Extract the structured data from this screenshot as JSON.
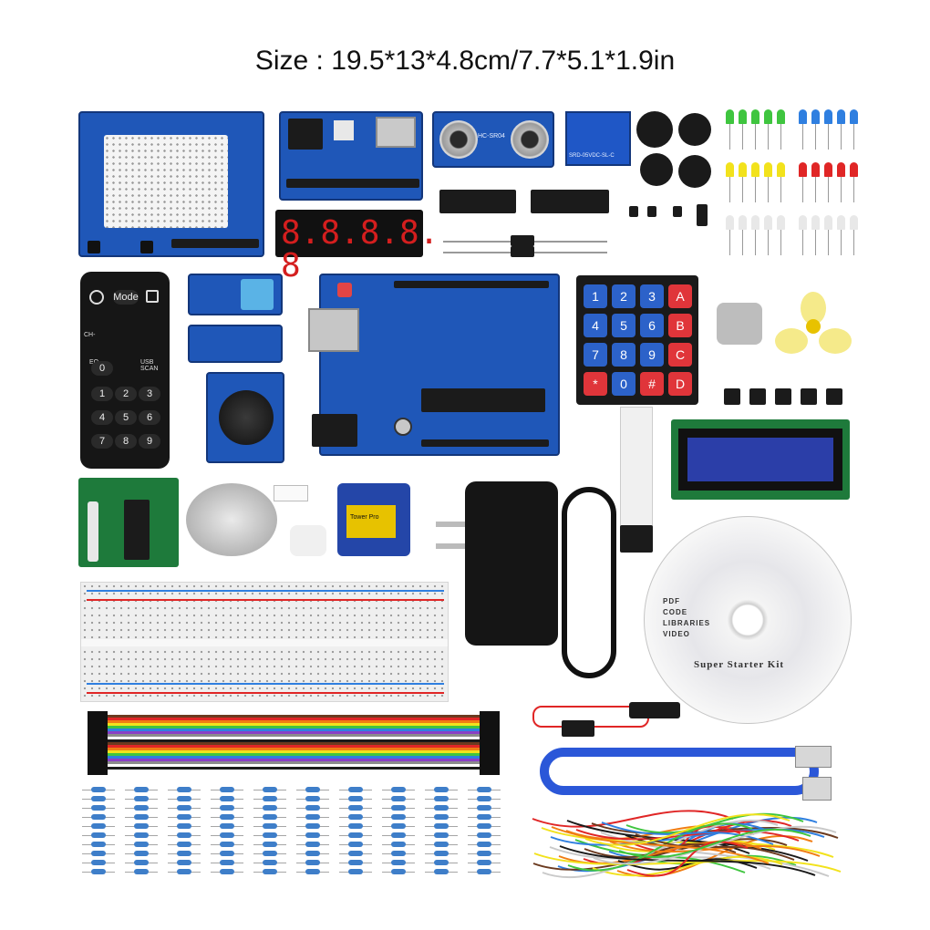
{
  "caption": "Size : 19.5*13*4.8cm/7.7*5.1*1.9in",
  "remote": {
    "buttons": [
      "Mode",
      "CH-",
      "EQ",
      "USB SCAN",
      "0",
      "1",
      "2",
      "3",
      "4",
      "5",
      "6",
      "7",
      "8",
      "9"
    ]
  },
  "keypad": {
    "keys": [
      "1",
      "2",
      "3",
      "A",
      "4",
      "5",
      "6",
      "B",
      "7",
      "8",
      "9",
      "C",
      "*",
      "0",
      "#",
      "D"
    ]
  },
  "segment_display": {
    "digits": "8.8.8.8. 8"
  },
  "ultrasonic_sensor": {
    "label": "HC-SR04"
  },
  "relay": {
    "label": "SRD-05VDC-SL-C"
  },
  "servo": {
    "label": "Tower Pro"
  },
  "disc": {
    "lines": [
      "PDF",
      "CODE",
      "LIBRARIES",
      "VIDEO"
    ],
    "title": "Super Starter Kit"
  },
  "colors": {
    "pcb_blue": "#1f57b8",
    "pcb_green": "#1e7a3b",
    "led_green": "#3fc53f",
    "led_blue": "#2f7fe0",
    "led_yellow": "#f2e21c",
    "led_red": "#e02626",
    "lcd_screen": "#2b3ea8",
    "ribbon": [
      "#6b3a1f",
      "#e02626",
      "#f07d12",
      "#f2e21c",
      "#3fc53f",
      "#2f7fe0",
      "#8a3fc5",
      "#8c8c8c",
      "#ffffff",
      "#1a1a1a"
    ]
  }
}
